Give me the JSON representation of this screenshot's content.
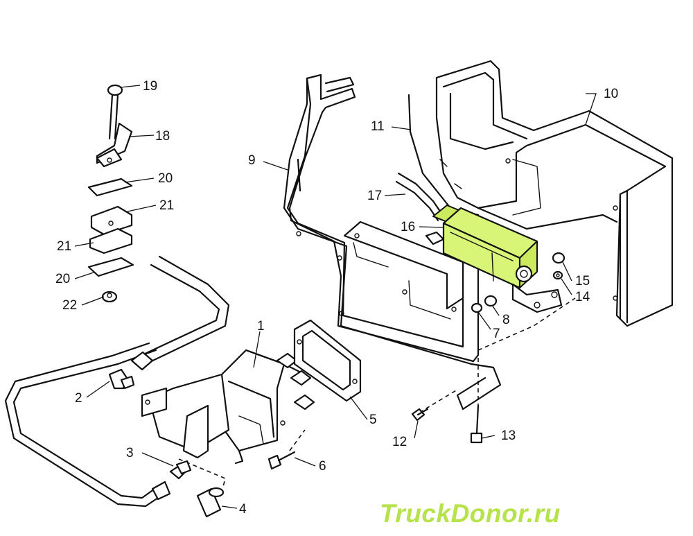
{
  "callouts": {
    "c1": "1",
    "c2": "2",
    "c3": "3",
    "c4": "4",
    "c5": "5",
    "c6": "6",
    "c7": "7",
    "c8": "8",
    "c9": "9",
    "c10": "10",
    "c11": "11",
    "c12": "12",
    "c13": "13",
    "c14": "14",
    "c15": "15",
    "c16": "16",
    "c17": "17",
    "c18": "18",
    "c19": "19",
    "c20a": "20",
    "c20b": "20",
    "c21a": "21",
    "c21b": "21",
    "c22": "22"
  },
  "highlight_color": "#d9f577",
  "watermark": "TruckDonor.ru"
}
